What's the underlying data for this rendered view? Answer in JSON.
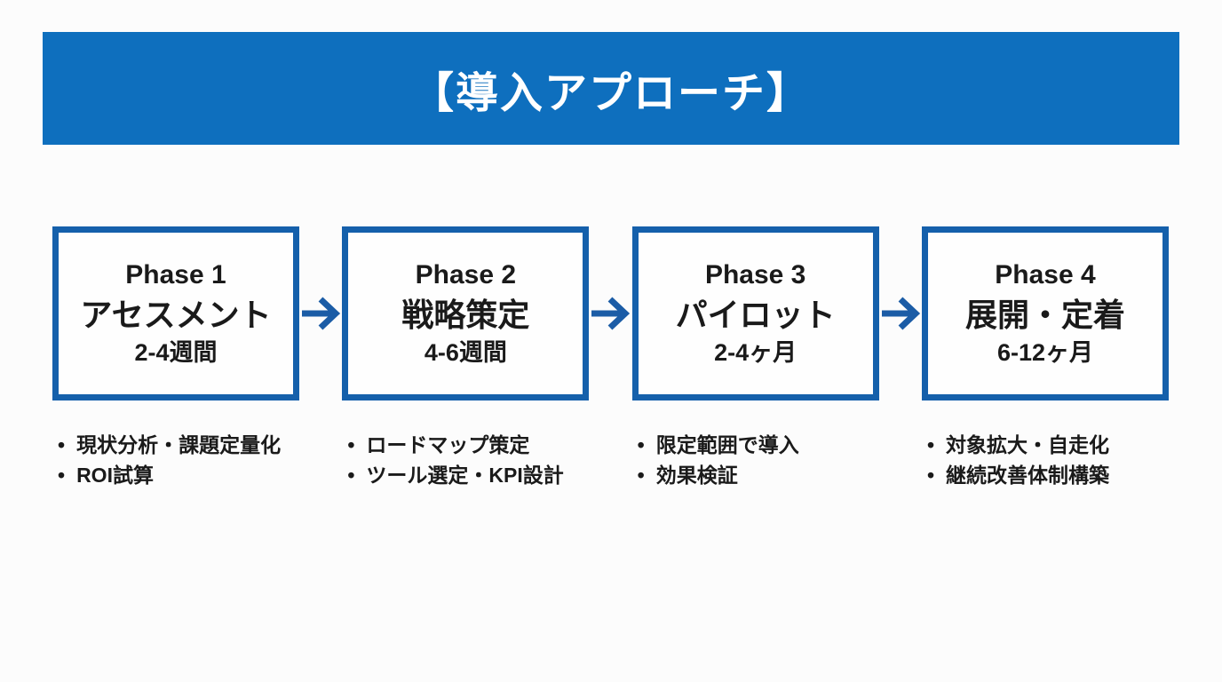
{
  "header": {
    "title": "【導入アプローチ】"
  },
  "colors": {
    "banner_bg": "#0e6fbe",
    "banner_text": "#ffffff",
    "box_border": "#1560ab",
    "arrow": "#1b5ca6",
    "text": "#1a1a1a",
    "bg": "#fcfcfc"
  },
  "bullet_glyph": "•",
  "phases": [
    {
      "name": "Phase 1",
      "title": "アセスメント",
      "duration": "2-4週間",
      "bullets": [
        "現状分析・課題定量化",
        "ROI試算"
      ]
    },
    {
      "name": "Phase 2",
      "title": "戦略策定",
      "duration": "4-6週間",
      "bullets": [
        "ロードマップ策定",
        "ツール選定・KPI設計"
      ]
    },
    {
      "name": "Phase 3",
      "title": "パイロット",
      "duration": "2-4ヶ月",
      "bullets": [
        "限定範囲で導入",
        "効果検証"
      ]
    },
    {
      "name": "Phase 4",
      "title": "展開・定着",
      "duration": "6-12ヶ月",
      "bullets": [
        "対象拡大・自走化",
        "継続改善体制構築"
      ]
    }
  ]
}
